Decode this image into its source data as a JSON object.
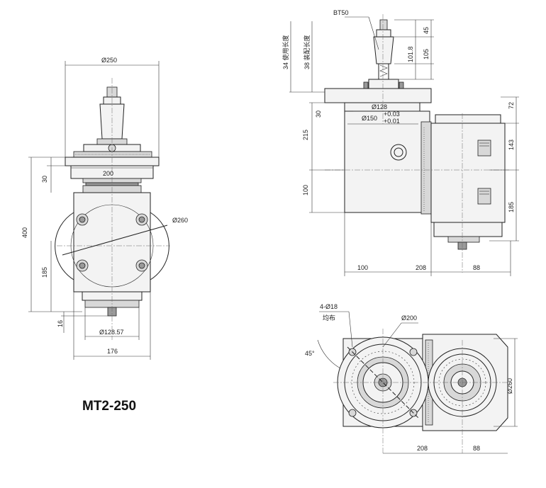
{
  "model": "MT2-250",
  "labels": {
    "d250": "Ø250",
    "d260_front": "Ø260",
    "d200_flange": "200",
    "d12857": "Ø128.57",
    "d176": "176",
    "h400": "400",
    "h30": "30",
    "h185": "185",
    "h16": "16",
    "bt50": "BT50",
    "v45": "45",
    "v105": "105",
    "v1018": "101.8",
    "use_len": "34 使用长度",
    "mount_len": "38 装配长度",
    "s30": "30",
    "s215": "215",
    "s100": "100",
    "s72": "72",
    "s143": "143",
    "s185": "185",
    "d128": "Ø128",
    "d150": "Ø150",
    "tol_plus": "+0.03",
    "tol_minus": "+0.01",
    "h100": "100",
    "h208": "208",
    "h88": "88",
    "holes": "4-Ø18",
    "holes_note": "均布",
    "d200": "Ø200",
    "ang45": "45°",
    "d260_top": "Ø260",
    "b208": "208",
    "b88": "88"
  }
}
